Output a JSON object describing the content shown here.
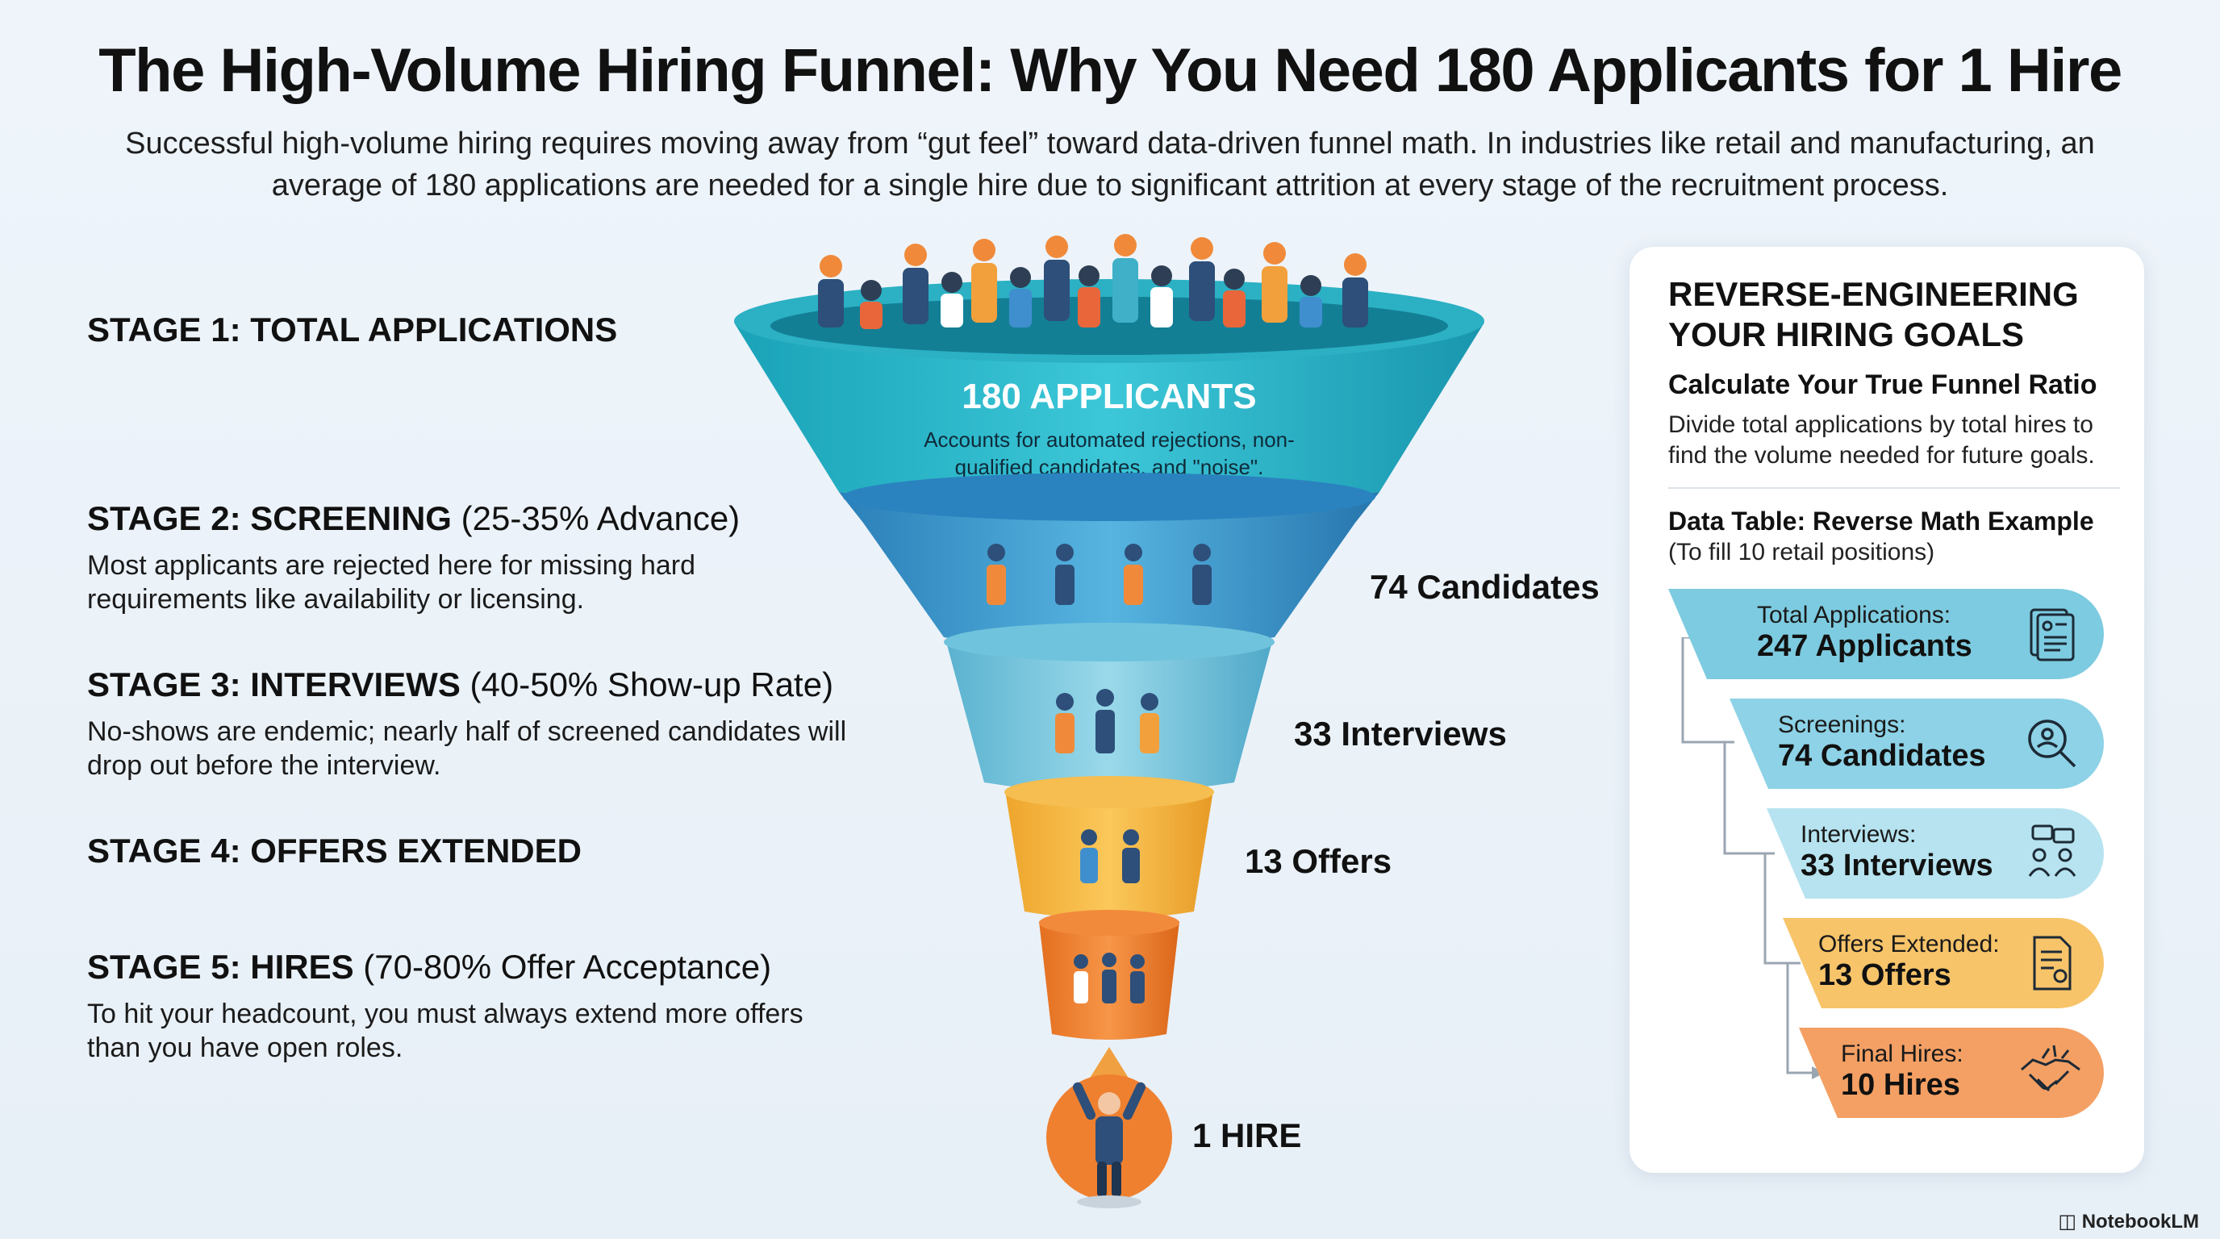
{
  "title": "The High-Volume Hiring Funnel: Why You Need 180 Applicants for 1 Hire",
  "subtitle": "Successful high-volume hiring requires moving away from “gut feel” toward data-driven funnel math. In industries like retail and manufacturing, an average of 180 applications are needed for a single hire due to significant attrition at every stage of the recruitment process.",
  "stages": [
    {
      "head": "STAGE 1: TOTAL APPLICATIONS",
      "detail": "",
      "desc": ""
    },
    {
      "head": "STAGE 2: SCREENING",
      "detail": "(25-35% Advance)",
      "desc": "Most applicants are rejected here for missing hard requirements like availability or licensing."
    },
    {
      "head": "STAGE 3: INTERVIEWS",
      "detail": "(40-50% Show-up Rate)",
      "desc": "No-shows are endemic; nearly half of screened candidates will drop out before the interview."
    },
    {
      "head": "STAGE 4: OFFERS EXTENDED",
      "detail": "",
      "desc": ""
    },
    {
      "head": "STAGE 5: HIRES",
      "detail": "(70-80% Offer Acceptance)",
      "desc": "To hit your headcount, you must always extend more offers than you have open roles."
    }
  ],
  "funnel": {
    "top_value": "180 APPLICANTS",
    "top_note": "Accounts for automated rejections, non-qualified candidates, and \"noise\".",
    "labels": [
      "74 Candidates",
      "33 Interviews",
      "13 Offers",
      "1 HIRE"
    ],
    "colors": {
      "teal": "#2ab7c9",
      "blue": "#2f8fc7",
      "light_blue": "#5cc0db",
      "yellow": "#f3b23a",
      "orange": "#ef8030"
    }
  },
  "panel": {
    "title": "REVERSE-ENGINEERING YOUR HIRING GOALS",
    "subtitle": "Calculate Your True Funnel Ratio",
    "text": "Divide total applications by total hires to find the volume needed for future goals.",
    "table_title": "Data Table: Reverse Math Example",
    "table_note": "(To fill 10 retail positions)",
    "rows": [
      {
        "label": "Total Applications:",
        "value": "247 Applicants",
        "icon": "document-list-icon",
        "color": "#7dcbe0"
      },
      {
        "label": "Screenings:",
        "value": "74 Candidates",
        "icon": "magnifier-person-icon",
        "color": "#8dd2e6"
      },
      {
        "label": "Interviews:",
        "value": "33 Interviews",
        "icon": "chat-people-icon",
        "color": "#b6e3ef"
      },
      {
        "label": "Offers Extended:",
        "value": "13 Offers",
        "icon": "certificate-icon",
        "color": "#f7c46a"
      },
      {
        "label": "Final Hires:",
        "value": "10 Hires",
        "icon": "handshake-icon",
        "color": "#f4a064"
      }
    ]
  },
  "brand": "NotebookLM"
}
